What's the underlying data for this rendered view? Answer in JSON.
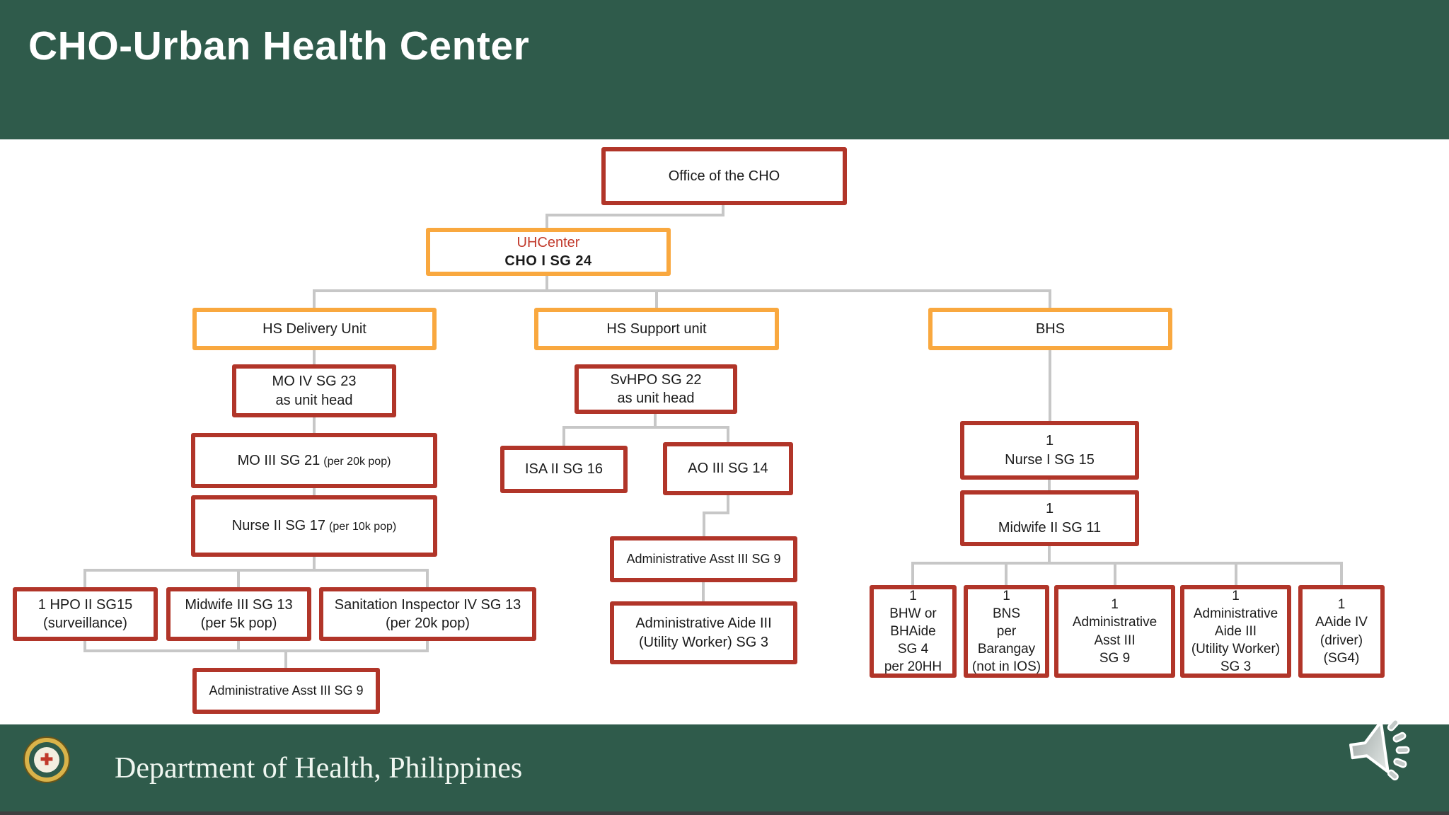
{
  "title": "CHO-Urban Health Center",
  "footer": {
    "org": "Department of Health, Philippines",
    "logo": "doh-seal",
    "logo_glyph": "✚"
  },
  "colors": {
    "band_green": "#2F5B4B",
    "box_red_border": "#B13529",
    "box_orange_border": "#F9A83F",
    "connector_gray": "#C7C7C7",
    "uhcenter_red_text": "#C1392B"
  },
  "nodes": {
    "office": {
      "line1": "Office of the CHO"
    },
    "uhcenter": {
      "line1": "UHCenter",
      "line2": "CHO I  SG 24"
    },
    "hs_delivery": {
      "line1": "HS Delivery Unit"
    },
    "hs_support": {
      "line1": "HS Support unit"
    },
    "bhs": {
      "line1": "BHS"
    },
    "mo_iv": {
      "line1": "MO IV  SG 23",
      "line2": "as unit head"
    },
    "mo_iii": {
      "main": "MO III   SG 21",
      "small": "(per 20k pop)"
    },
    "nurse_ii": {
      "main": "Nurse II SG 17",
      "small": "(per 10k pop)"
    },
    "hpo_ii": {
      "line1": "1 HPO II  SG15",
      "line2": "(surveillance)"
    },
    "midwife_iii": {
      "line1": "Midwife III  SG 13",
      "line2": "(per 5k pop)"
    },
    "sanitation_iv": {
      "line1": "Sanitation Inspector IV  SG 13",
      "line2": "(per 20k pop)"
    },
    "admin_asst_left": {
      "line1": "Administrative Asst III  SG 9"
    },
    "svhpo": {
      "line1": "SvHPO  SG 22",
      "line2": "as unit head"
    },
    "isa_ii": {
      "line1": "ISA II  SG 16"
    },
    "ao_iii": {
      "line1": "AO III  SG 14"
    },
    "admin_asst_mid": {
      "line1": "Administrative Asst III  SG 9"
    },
    "admin_aide_mid": {
      "line1": "Administrative Aide III",
      "line2": "(Utility Worker) SG 3"
    },
    "nurse_i": {
      "line1": "1",
      "line2": "Nurse I  SG 15"
    },
    "midwife_ii": {
      "line1": "1",
      "line2": "Midwife II  SG 11"
    },
    "bhw": {
      "lines": [
        "1",
        "BHW or",
        "BHAide",
        "SG 4",
        "per 20HH"
      ]
    },
    "bns": {
      "lines": [
        "1",
        "BNS",
        "per",
        "Barangay",
        "(not in IOS)"
      ]
    },
    "admin_asst_bhs": {
      "lines": [
        "1",
        "Administrative",
        "Asst III",
        "SG 9"
      ]
    },
    "admin_aide_bhs": {
      "lines": [
        "1",
        "Administrative",
        "Aide III",
        "(Utility Worker)",
        "SG 3"
      ]
    },
    "aaide_iv": {
      "lines": [
        "1",
        "AAide IV",
        "(driver)",
        "(SG4)"
      ]
    }
  },
  "icons": {
    "audio": "speaker-icon"
  }
}
